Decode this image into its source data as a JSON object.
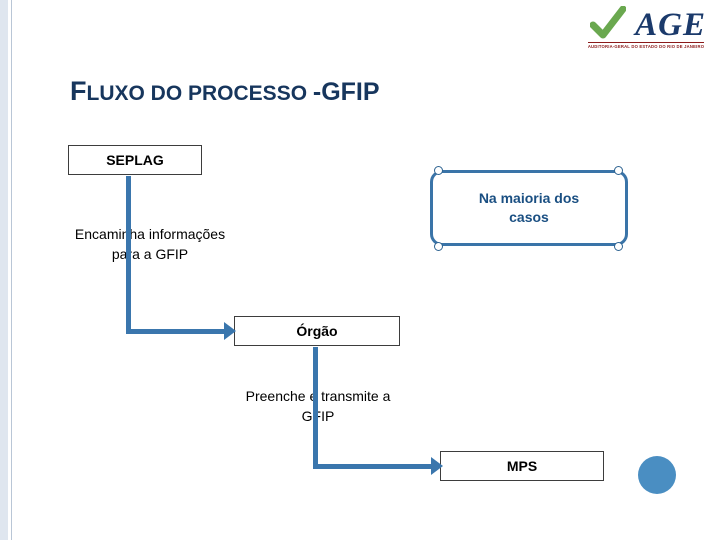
{
  "slide": {
    "title": {
      "first_letter": "F",
      "word_rest": "LUXO DO PROCESSO ",
      "suffix": "-GFIP"
    },
    "logo": {
      "wordmark": "AGE",
      "subtitle": "AUDITORIA-GERAL DO ESTADO DO RIO DE JANEIRO",
      "check_icon": "check-icon"
    },
    "boxes": [
      {
        "id": "seplag",
        "label": "SEPLAG"
      },
      {
        "id": "orgao",
        "label": "Órgão"
      },
      {
        "id": "mps",
        "label": "MPS"
      }
    ],
    "captions": [
      {
        "id": "encaminha",
        "label": "Encaminha informações\npara a GFIP",
        "line1": "Encaminha informações",
        "line2": "para a GFIP"
      },
      {
        "id": "preenche",
        "label": "Preenche e transmite a\nGFIP",
        "line1": "Preenche e transmite a",
        "line2": "GFIP"
      }
    ],
    "callout": {
      "line1": "Na maioria dos",
      "line2": "casos",
      "border_color": "#3a74a8",
      "text_color": "#1a4f82"
    },
    "connector_color": "#3a76ad",
    "accent_dot_color": "#4a8ec2"
  }
}
